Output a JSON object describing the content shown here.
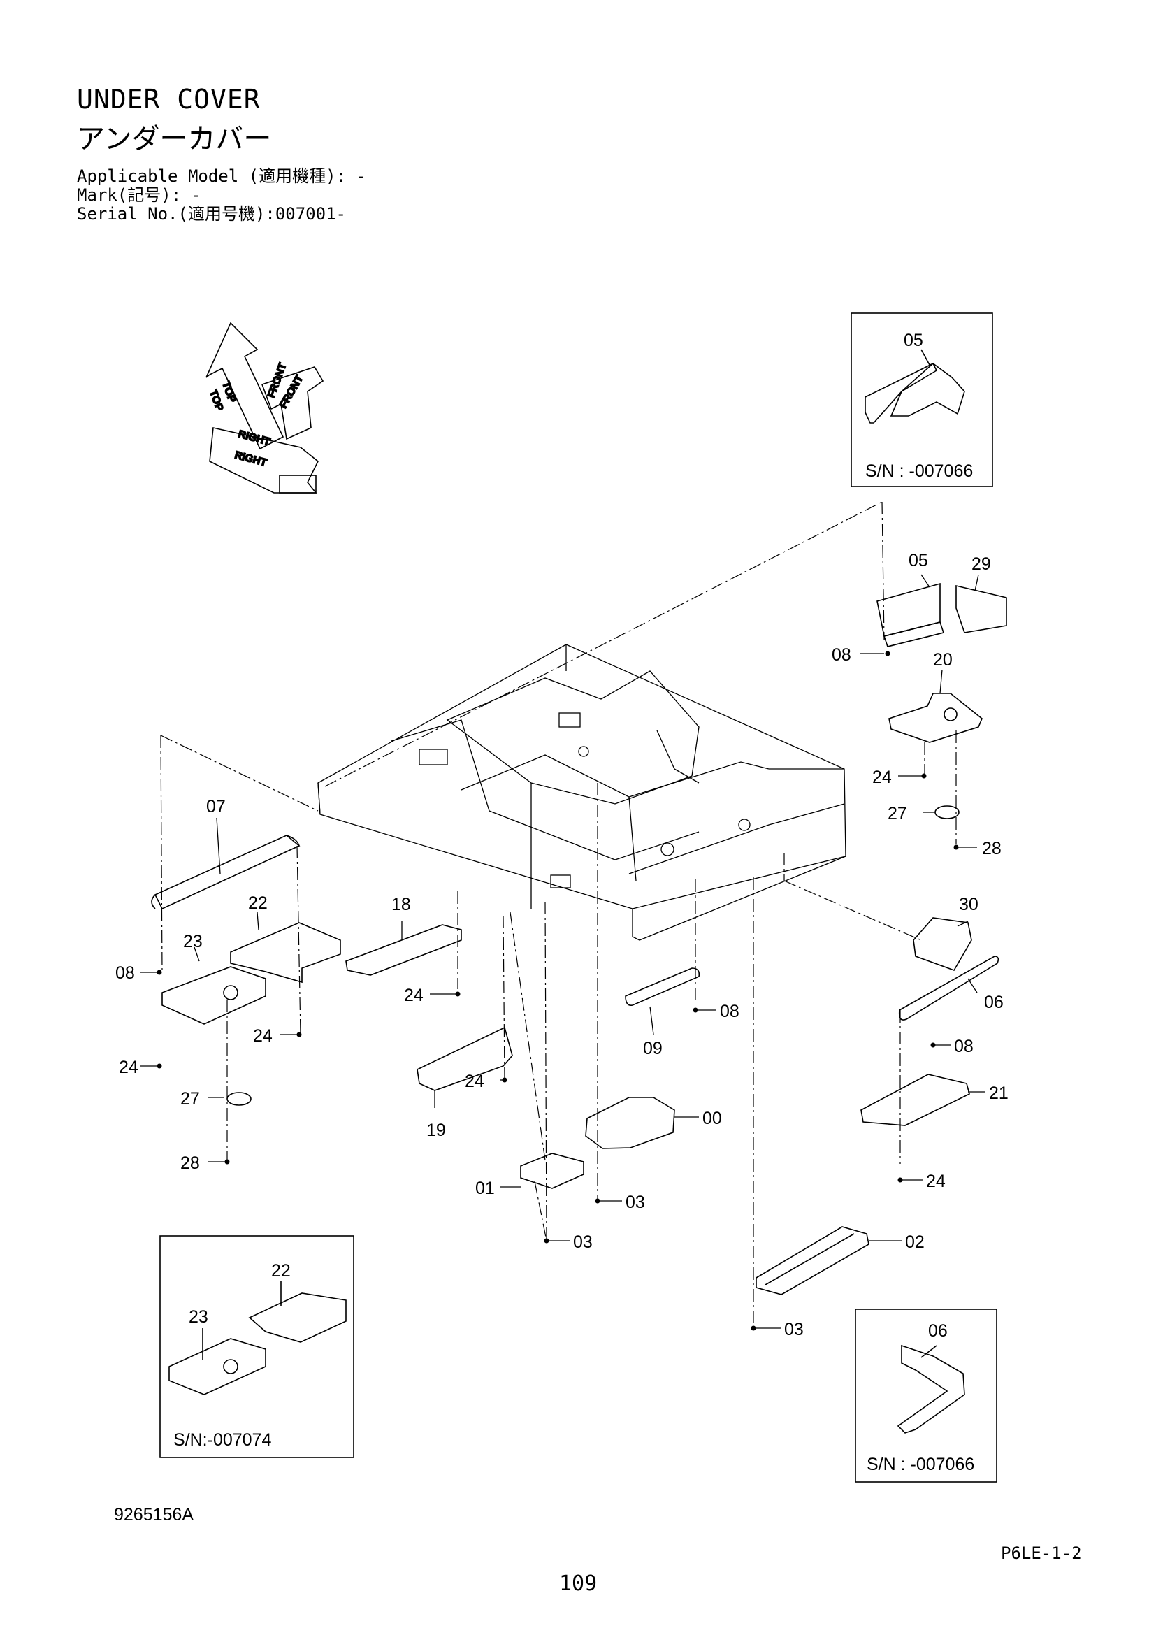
{
  "header": {
    "title": "UNDER COVER",
    "title_jp": "アンダーカバー",
    "applicable_model": "Applicable Model (適用機種): -",
    "mark": "Mark(記号): -",
    "serial_no": "Serial No.(適用号機):007001-"
  },
  "orientation": {
    "top": "TOP",
    "front": "FRONT",
    "right": "RIGHT"
  },
  "insets": {
    "top_right": {
      "part": "05",
      "serial": "S/N : -007066"
    },
    "bottom_left": {
      "parts": [
        "22",
        "23"
      ],
      "serial": "S/N:-007074"
    },
    "bottom_right": {
      "part": "06",
      "serial": "S/N : -007066"
    }
  },
  "callouts": [
    "05",
    "29",
    "08",
    "20",
    "24",
    "27",
    "28",
    "07",
    "22",
    "23",
    "08",
    "24",
    "24",
    "27",
    "28",
    "18",
    "24",
    "19",
    "24",
    "30",
    "06",
    "08",
    "09",
    "08",
    "21",
    "24",
    "00",
    "01",
    "03",
    "03",
    "02",
    "03"
  ],
  "footer": {
    "drawing_number": "9265156A",
    "page_code": "P6LE-1-2",
    "page_number": "109"
  }
}
